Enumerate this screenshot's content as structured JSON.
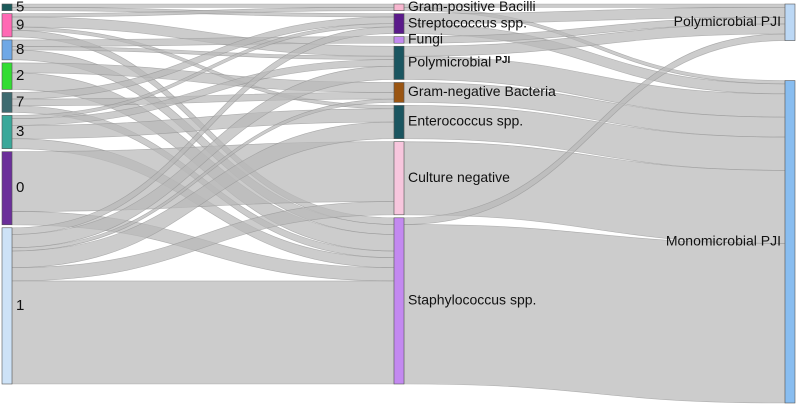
{
  "chart_data": {
    "type": "sankey",
    "title": "",
    "columns": [
      [
        {
          "id": "c5",
          "label": "5",
          "color": "#1b5a5a"
        },
        {
          "id": "c9",
          "label": "9",
          "color": "#ff69b4"
        },
        {
          "id": "c8",
          "label": "8",
          "color": "#6fa8e6"
        },
        {
          "id": "c2",
          "label": "2",
          "color": "#33dd33"
        },
        {
          "id": "c7",
          "label": "7",
          "color": "#3e6b70"
        },
        {
          "id": "c3",
          "label": "3",
          "color": "#3aa89a"
        },
        {
          "id": "c0",
          "label": "0",
          "color": "#6b2f9a"
        },
        {
          "id": "c1",
          "label": "1",
          "color": "#cde2f7"
        }
      ],
      [
        {
          "id": "gpb",
          "label": "Gram-positive Bacilli",
          "color": "#f7b6cf"
        },
        {
          "id": "strep",
          "label": "Streptococcus spp.",
          "color": "#5a1a8a"
        },
        {
          "id": "fungi",
          "label": "Fungi",
          "color": "#c389f0"
        },
        {
          "id": "poly",
          "label": "Polymicrobial",
          "sup": "PJI",
          "color": "#1a5560"
        },
        {
          "id": "gnb",
          "label": "Gram-negative Bacteria",
          "color": "#9a5512"
        },
        {
          "id": "entero",
          "label": "Enterococcus spp.",
          "color": "#1a5560"
        },
        {
          "id": "culneg",
          "label": "Culture negative",
          "color": "#f7c6dd"
        },
        {
          "id": "staph",
          "label": "Staphylococcus spp.",
          "color": "#c389f0"
        }
      ],
      [
        {
          "id": "polypji",
          "label": "Polymicrobial PJI",
          "color": "#bcd8f5"
        },
        {
          "id": "monopji",
          "label": "Monomicrobial PJI",
          "color": "#88bdf0"
        }
      ]
    ],
    "links": [
      {
        "source": "c5",
        "target": "gpb",
        "value": 1
      },
      {
        "source": "c5",
        "target": "strep",
        "value": 1
      },
      {
        "source": "c9",
        "target": "gpb",
        "value": 1
      },
      {
        "source": "c9",
        "target": "poly",
        "value": 3
      },
      {
        "source": "c9",
        "target": "entero",
        "value": 1
      },
      {
        "source": "c9",
        "target": "staph",
        "value": 2
      },
      {
        "source": "c8",
        "target": "fungi",
        "value": 2
      },
      {
        "source": "c8",
        "target": "poly",
        "value": 1
      },
      {
        "source": "c8",
        "target": "staph",
        "value": 3
      },
      {
        "source": "c2",
        "target": "gnb",
        "value": 3
      },
      {
        "source": "c2",
        "target": "staph",
        "value": 5
      },
      {
        "source": "c7",
        "target": "strep",
        "value": 2
      },
      {
        "source": "c7",
        "target": "gnb",
        "value": 2
      },
      {
        "source": "c7",
        "target": "staph",
        "value": 2
      },
      {
        "source": "c3",
        "target": "strep",
        "value": 1
      },
      {
        "source": "c3",
        "target": "poly",
        "value": 2
      },
      {
        "source": "c3",
        "target": "entero",
        "value": 4
      },
      {
        "source": "c3",
        "target": "staph",
        "value": 3
      },
      {
        "source": "c0",
        "target": "culneg",
        "value": 18
      },
      {
        "source": "c0",
        "target": "staph",
        "value": 4
      },
      {
        "source": "c1",
        "target": "strep",
        "value": 2
      },
      {
        "source": "c1",
        "target": "poly",
        "value": 4
      },
      {
        "source": "c1",
        "target": "gnb",
        "value": 1
      },
      {
        "source": "c1",
        "target": "entero",
        "value": 5
      },
      {
        "source": "c1",
        "target": "culneg",
        "value": 4
      },
      {
        "source": "c1",
        "target": "staph",
        "value": 31
      },
      {
        "source": "gpb",
        "target": "polypji",
        "value": 1
      },
      {
        "source": "gpb",
        "target": "monopji",
        "value": 1
      },
      {
        "source": "strep",
        "target": "polypji",
        "value": 3
      },
      {
        "source": "strep",
        "target": "monopji",
        "value": 3
      },
      {
        "source": "fungi",
        "target": "polypji",
        "value": 2
      },
      {
        "source": "poly",
        "target": "polypji",
        "value": 3
      },
      {
        "source": "poly",
        "target": "monopji",
        "value": 7
      },
      {
        "source": "gnb",
        "target": "monopji",
        "value": 6
      },
      {
        "source": "entero",
        "target": "monopji",
        "value": 10
      },
      {
        "source": "culneg",
        "target": "monopji",
        "value": 22
      },
      {
        "source": "staph",
        "target": "polypji",
        "value": 2
      },
      {
        "source": "staph",
        "target": "monopji",
        "value": 48
      }
    ]
  }
}
